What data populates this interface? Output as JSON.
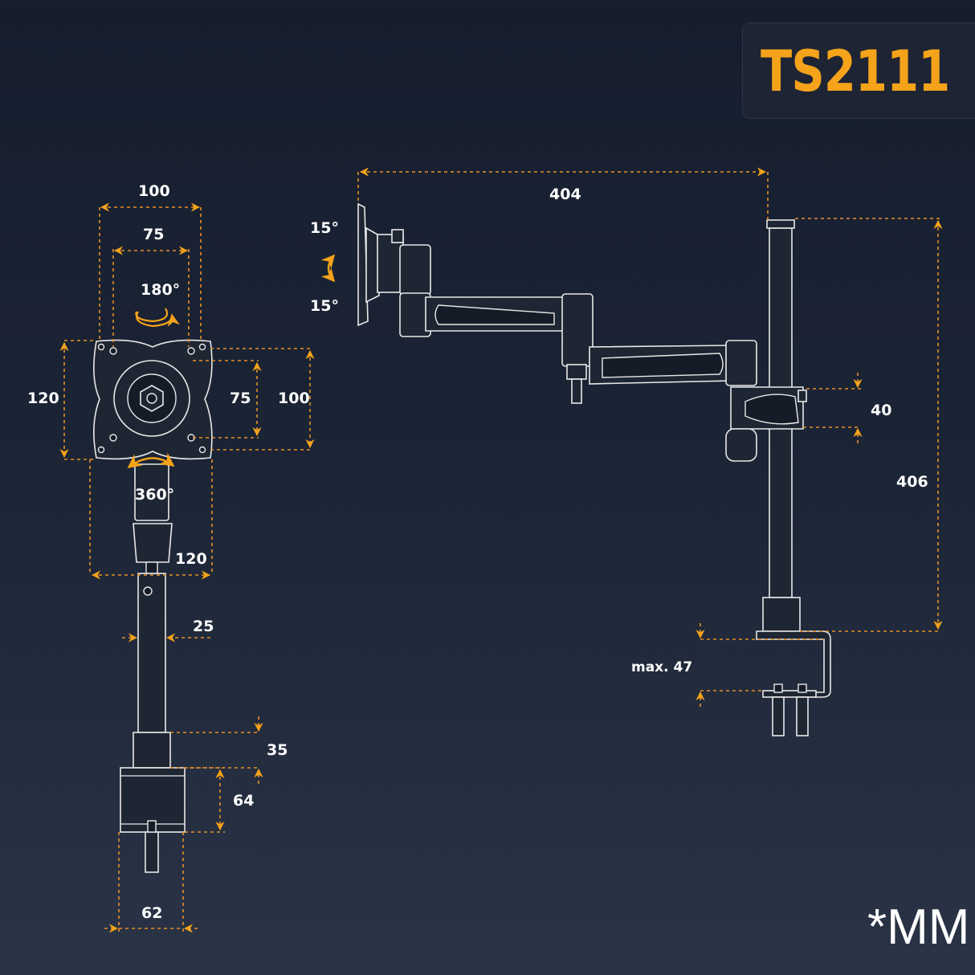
{
  "model": "TS2111",
  "unit_note": "*MM",
  "front_view": {
    "vesa_outer_width": "100",
    "vesa_inner_width": "75",
    "rotate_180": "180°",
    "plate_height": "120",
    "vesa_inner_height": "75",
    "vesa_outer_height": "100",
    "swivel_360": "360°",
    "plate_width": "120",
    "pole_diameter": "25",
    "collar_height": "35",
    "clamp_height": "64",
    "clamp_width": "62"
  },
  "side_view": {
    "tilt_up": "15°",
    "tilt_down": "15°",
    "arm_reach": "404",
    "pole_height": "406",
    "arm_block_height": "40",
    "desk_thickness": "max. 47"
  },
  "colors": {
    "accent": "#f5a31a",
    "line": "#e8e8e8"
  }
}
